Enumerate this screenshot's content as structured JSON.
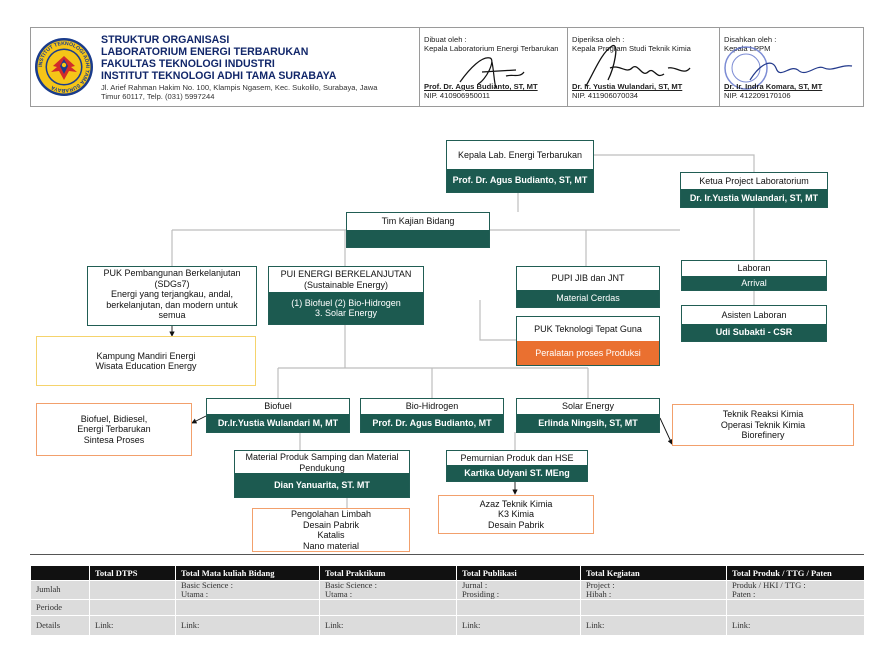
{
  "header": {
    "org": {
      "line1": "STRUKTUR ORGANISASI",
      "line2": "LABORATORIUM ENERGI TERBARUKAN",
      "line3": "FAKULTAS TEKNOLOGI INDUSTRI",
      "line4": "INSTITUT TEKNOLOGI ADHI TAMA SURABAYA",
      "address1": "Jl. Arief Rahman Hakim No. 100, Klampis Ngasem, Kec. Sukolilo, Surabaya, Jawa",
      "address2": "Timur 60117, Telp. (031) 5997244"
    },
    "logo": {
      "ring_text": "INSTITUT TEKNOLOGI ADHI TAMA SURABAYA",
      "colors": {
        "ring": "#1a3c8c",
        "fill": "#f5c518",
        "wing": "#d22b2b"
      }
    },
    "signers": [
      {
        "label": "Dibuat oleh :",
        "role": "Kepala Laboratorium Energi Terbarukan",
        "name": "Prof. Dr. Agus Budianto, ST, MT",
        "nip": "NIP. 410906950011"
      },
      {
        "label": "Diperiksa oleh :",
        "role": "Kepala Program Studi Teknik Kimia",
        "name": "Dr. Ir. Yustia Wulandari, ST, MT",
        "nip": "NIP. 411906070034"
      },
      {
        "label": "Disahkan oleh :",
        "role": "Kepala LPPM",
        "name": "Dr. Ir. Indra Komara, ST, MT",
        "nip": "NIP. 412209170106"
      }
    ]
  },
  "chart": {
    "kepala": {
      "title": "Kepala Lab. Energi Terbarukan",
      "name": "Prof. Dr. Agus Budianto, ST, MT"
    },
    "ketua_project": {
      "title": "Ketua Project Laboratorium",
      "name": "Dr. Ir.Yustia Wulandari, ST, MT"
    },
    "tim_kajian": {
      "title": "Tim Kajian Bidang",
      "name": ""
    },
    "laboran": {
      "title": "Laboran",
      "name": "Arrival"
    },
    "asisten": {
      "title": "Asisten Laboran",
      "name": "Udi  Subakti  - CSR"
    },
    "puk_pembangunan": {
      "line1": "PUK Pembangunan Berkelanjutan",
      "line2": "(SDGs7)",
      "line3": "Energi yang terjangkau, andal,",
      "line4": "berkelanjutan, dan modern untuk",
      "line5": "semua"
    },
    "pui_energi": {
      "title1": "PUI ENERGI BERKELANJUTAN",
      "title2": "(Sustainable Energy)",
      "body1": "(1) Biofuel (2) Bio-Hidrogen",
      "body2": "3. Solar Energy"
    },
    "pupi": {
      "title": "PUPI JIB dan JNT",
      "name": "Material Cerdas"
    },
    "puk_ttg": {
      "title": "PUK Teknologi Tepat Guna",
      "name": "Peralatan proses  Produksi",
      "accent": "#ea7030"
    },
    "kampung": {
      "line1": "Kampung Mandiri Energi",
      "line2": "Wisata Education Energy"
    },
    "biofuel": {
      "title": "Biofuel",
      "name": "Dr.Ir.Yustia Wulandari M,  MT"
    },
    "biohidrogen": {
      "title": "Bio-Hidrogen",
      "name": "Prof. Dr. Agus Budianto, MT"
    },
    "solar": {
      "title": "Solar Energy",
      "name": "Erlinda Ningsih, ST, MT"
    },
    "biofuel_note": {
      "line1": "Biofuel, Bidiesel,",
      "line2": "Energi Terbarukan",
      "line3": "Sintesa Proses"
    },
    "solar_note": {
      "line1": "Teknik Reaksi Kimia",
      "line2": "Operasi Teknik Kimia",
      "line3": "Biorefinery"
    },
    "material": {
      "title1": "Material  Produk Samping dan Material",
      "title2": "Pendukung",
      "name": "Dian Yanuarita, ST. MT"
    },
    "pemurnian": {
      "title": "Pemurnian Produk dan HSE",
      "name": "Kartika Udyani ST. MEng"
    },
    "pengolahan": {
      "line1": "Pengolahan Limbah",
      "line2": "Desain Pabrik",
      "line3": "Katalis",
      "line4": "Nano material"
    },
    "azaz": {
      "line1": "Azaz Teknik Kimia",
      "line2": "K3 Kimia",
      "line3": "Desain Pabrik"
    },
    "colors": {
      "teal": "#1c5a50",
      "note_border": "#f2a06c",
      "note_yellow": "#f5d36c"
    }
  },
  "table": {
    "headers": [
      "",
      "Total DTPS",
      "Total Mata kuliah Bidang",
      "Total Praktikum",
      "Total Publikasi",
      "Total Kegiatan",
      "Total Produk / TTG / Paten"
    ],
    "jumlah": {
      "label": "Jumlah",
      "dtps": "",
      "matkul1": "Basic Science :",
      "matkul2": "Utama :",
      "prak1": "Basic Science :",
      "prak2": "Utama :",
      "pub1": "Jurnal :",
      "pub2": "Prosiding :",
      "keg1": "Project :",
      "keg2": "Hibah :",
      "prod1": "Produk / HKI / TTG :",
      "prod2": "Paten :"
    },
    "periode": {
      "label": "Periode"
    },
    "details": {
      "label": "Details",
      "link": "Link:"
    }
  }
}
